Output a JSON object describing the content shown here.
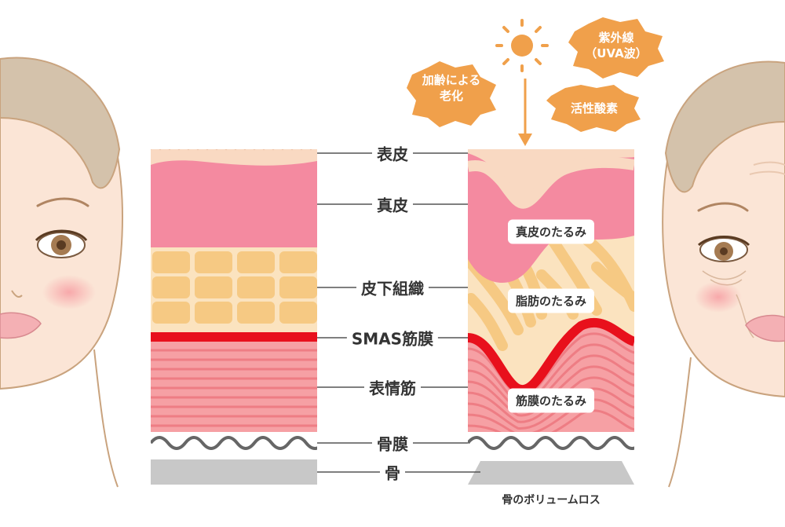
{
  "layers": [
    {
      "key": "hyoushitsu",
      "label": "表皮"
    },
    {
      "key": "shinpi",
      "label": "真皮"
    },
    {
      "key": "hika",
      "label": "皮下組織"
    },
    {
      "key": "smas",
      "label": "SMAS筋膜"
    },
    {
      "key": "hyoujou",
      "label": "表情筋"
    },
    {
      "key": "kotsumaku",
      "label": "骨膜"
    },
    {
      "key": "hone",
      "label": "骨"
    }
  ],
  "sagging": [
    "真皮のたるみ",
    "脂肪のたるみ",
    "筋膜のたるみ"
  ],
  "causes": {
    "aging": [
      "加齢による",
      "老化"
    ],
    "uv": [
      "紫外線",
      "（UVA波）"
    ],
    "oxygen": "活性酸素"
  },
  "bone_caption": "骨のボリュームロス",
  "colors": {
    "epidermis": "#f9d9c2",
    "dermis": "#f48aa0",
    "fat": "#f6c983",
    "fat_bg": "#fbe3bf",
    "smas": "#e8101c",
    "muscle": "#f6a0a4",
    "muscle_line": "#ee7d84",
    "bone": "#c8c8c8",
    "periosteum": "#666666",
    "accent": "#f0a04b",
    "skin": "#fbe5d6",
    "hair": "#d4c2ab",
    "outline": "#c9a37e"
  }
}
